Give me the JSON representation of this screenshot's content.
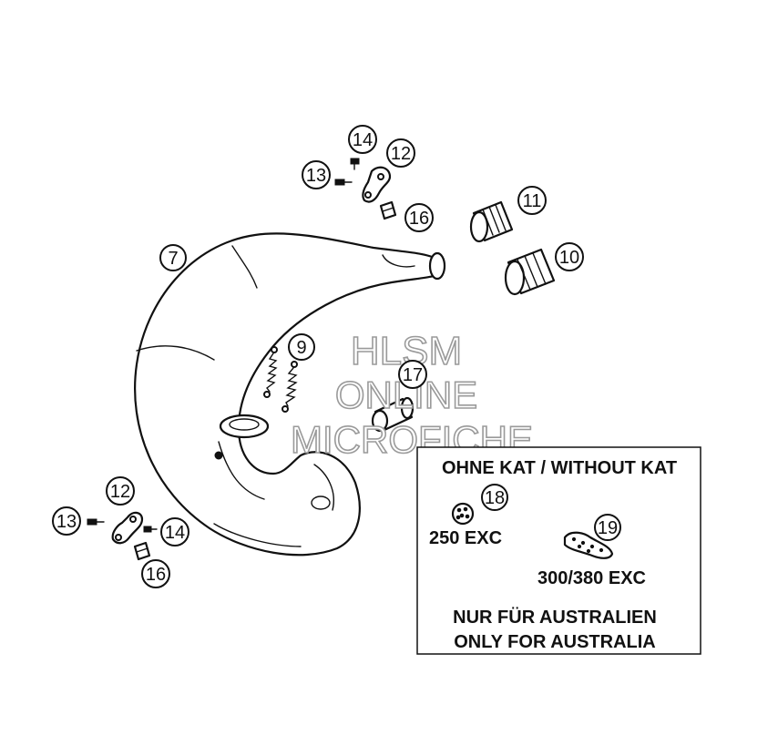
{
  "watermark": {
    "line1": "HLSM",
    "line2": "ONLINE",
    "line3": "MICROFICHE"
  },
  "callouts": {
    "c7": "7",
    "c9": "9",
    "c10": "10",
    "c11": "11",
    "c12a": "12",
    "c12b": "12",
    "c13a": "13",
    "c13b": "13",
    "c14a": "14",
    "c14b": "14",
    "c16a": "16",
    "c16b": "16",
    "c17": "17",
    "c18": "18",
    "c19": "19"
  },
  "kat_box": {
    "title": "OHNE KAT / WITHOUT KAT",
    "model_250": "250 EXC",
    "model_300": "300/380 EXC",
    "note_de": "NUR FÜR AUSTRALIEN",
    "note_en": "ONLY FOR AUSTRALIA"
  }
}
